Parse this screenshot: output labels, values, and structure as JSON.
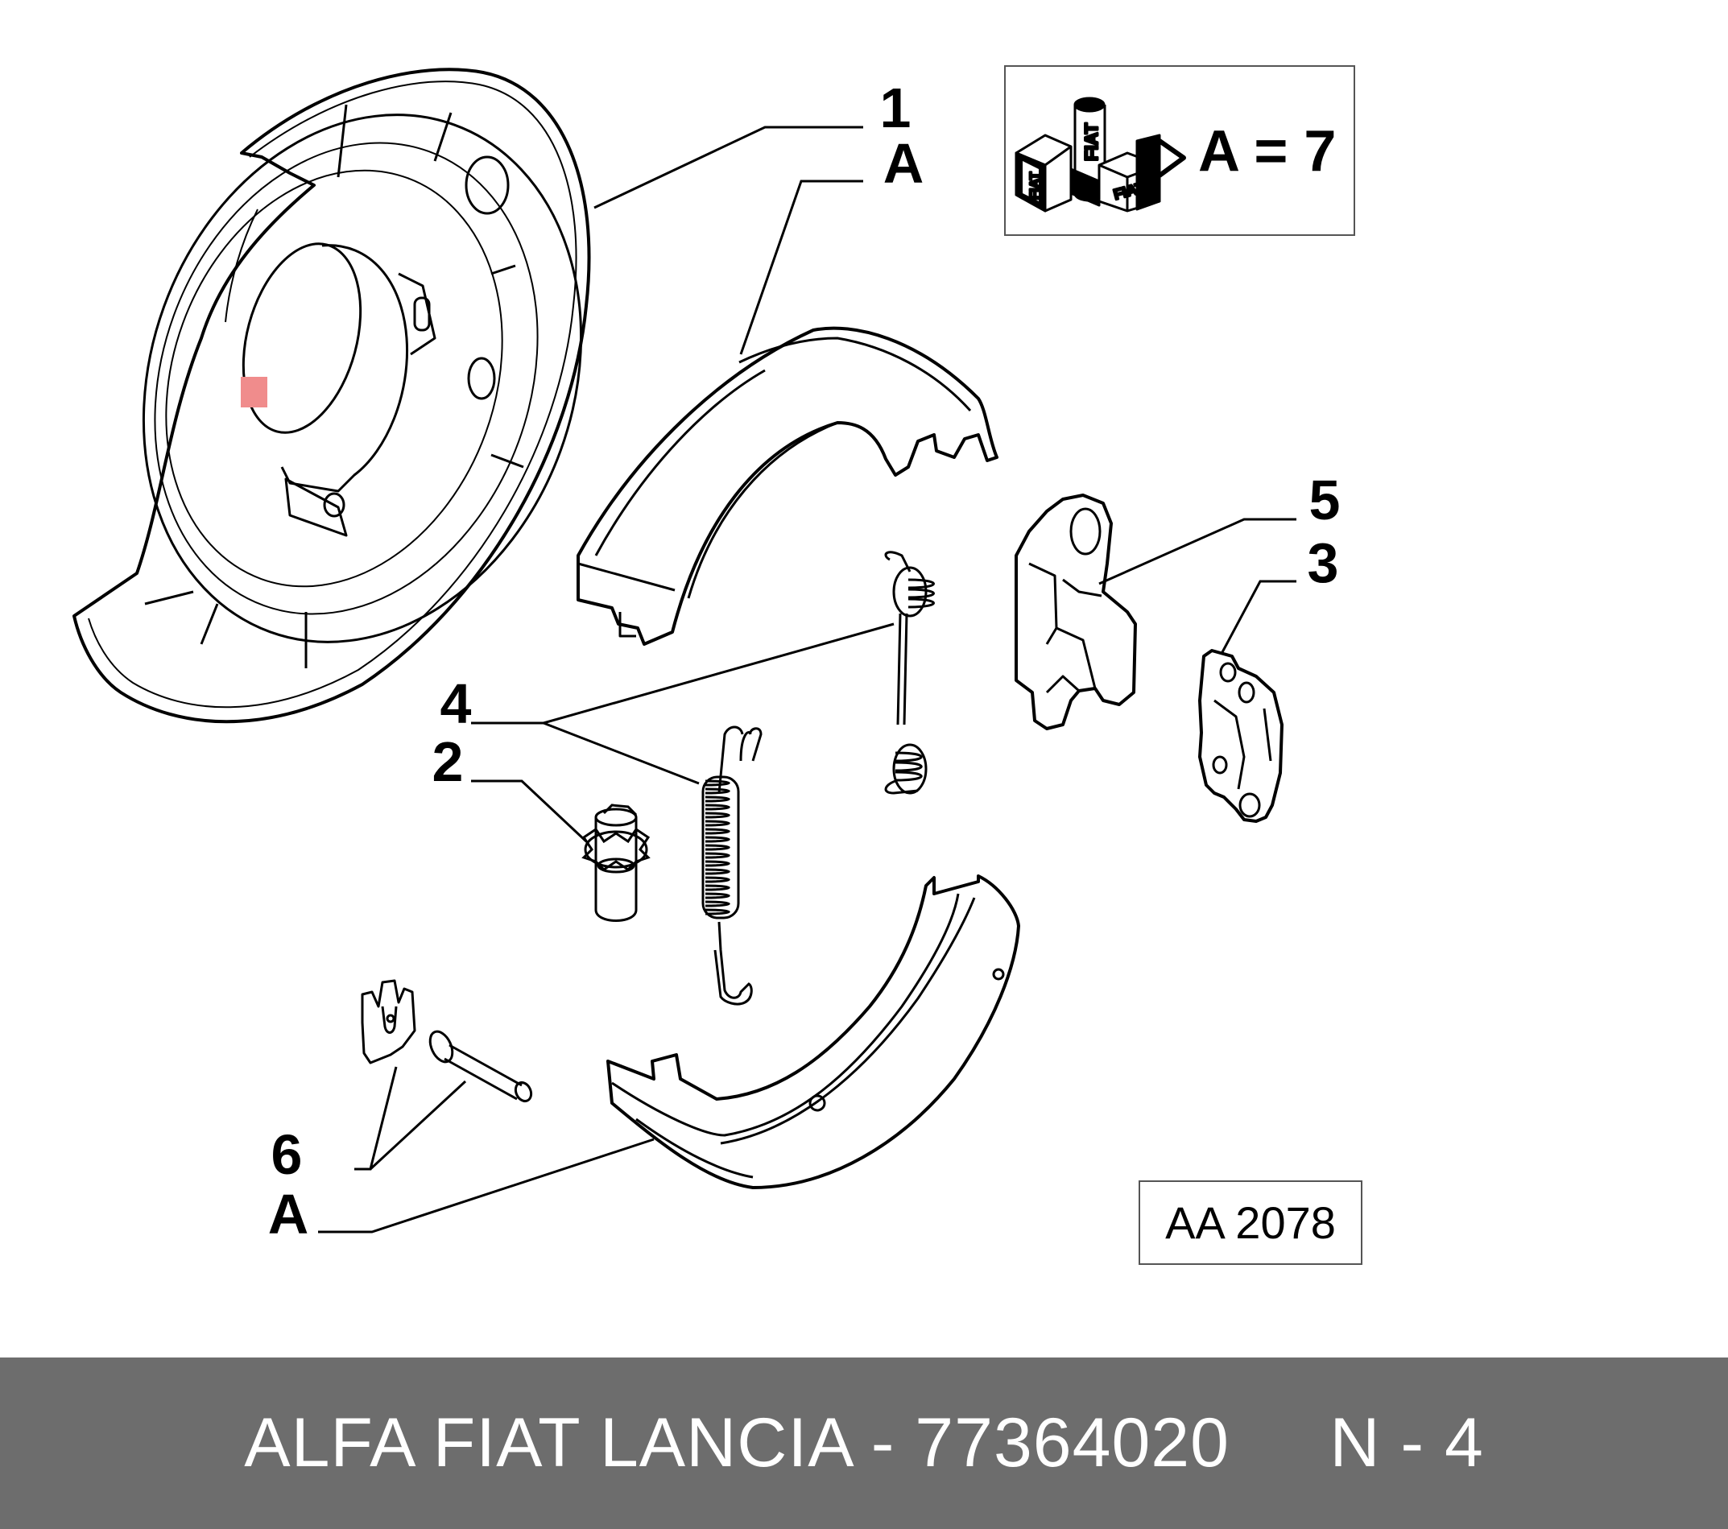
{
  "callouts": {
    "label_1": "1",
    "label_a_top": "A",
    "label_5": "5",
    "label_3": "3",
    "label_4": "4",
    "label_2": "2",
    "label_6": "6",
    "label_a_bottom": "A"
  },
  "kit_box": {
    "formula": "A = 7",
    "brand_mark": "FIAT"
  },
  "reference_box": {
    "text": "AA 2078"
  },
  "footer": {
    "text": "ALFA FIAT LANCIA - 77364020     N - 4",
    "background": "#6d6d6d",
    "text_color": "#ffffff"
  },
  "colors": {
    "line": "#000000",
    "highlight_marker": "#f08c8c"
  },
  "icons": [
    "brake-backing-plate-icon",
    "parking-brake-shoe-icon",
    "spring-icon",
    "adjuster-pinion-icon",
    "lever-bracket-icon",
    "hold-down-pin-icon",
    "repair-kit-icon"
  ]
}
